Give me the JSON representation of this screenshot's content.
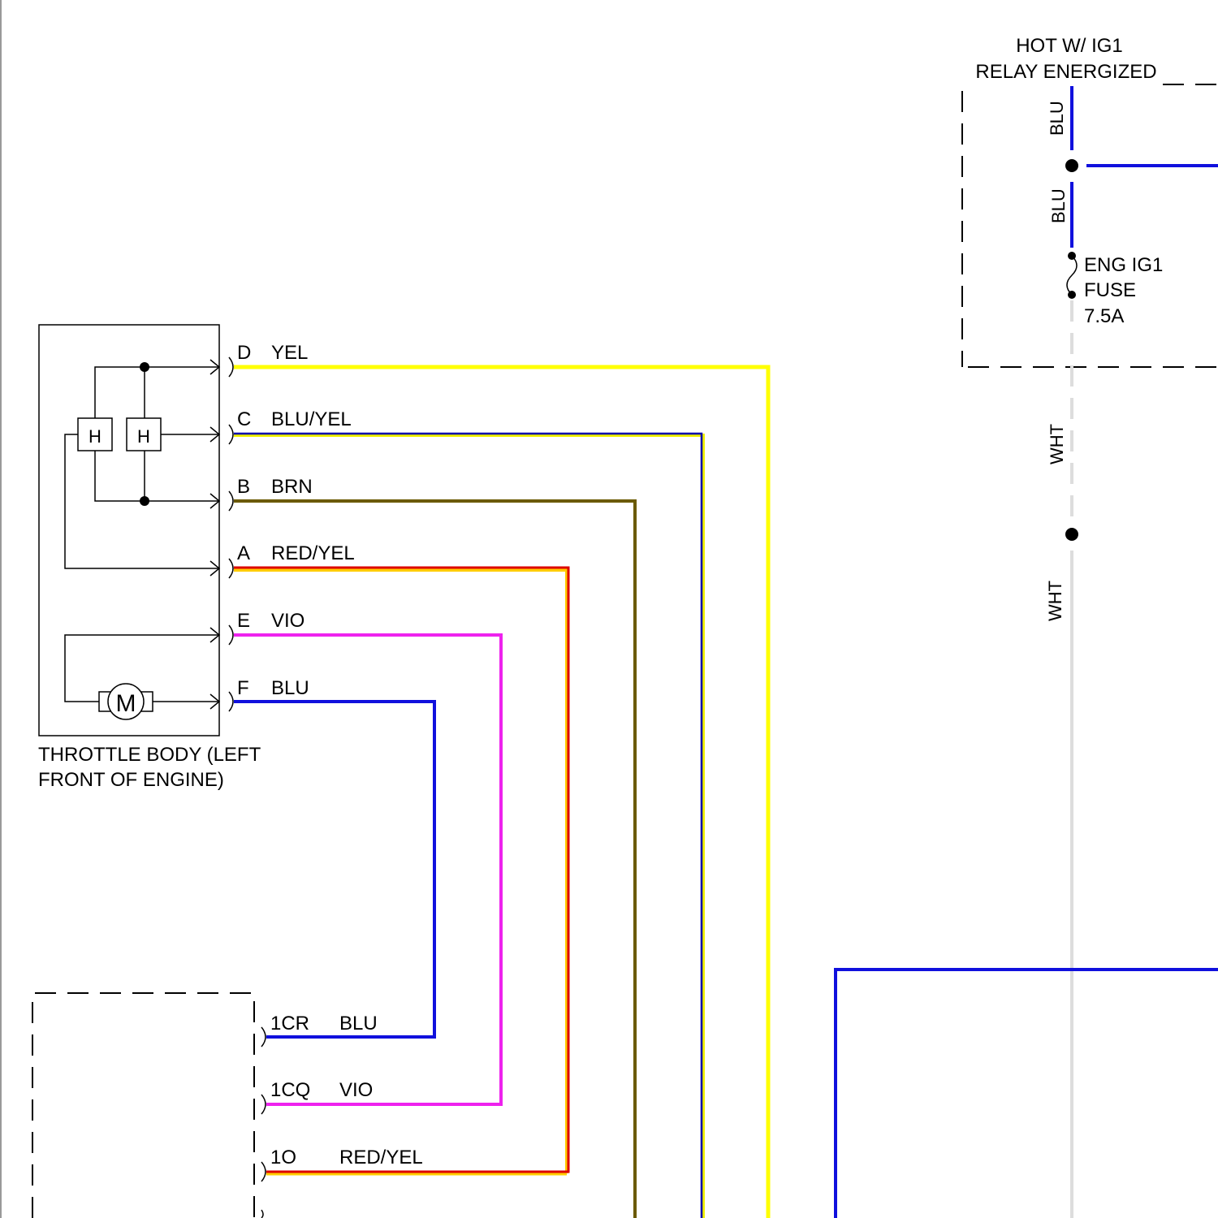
{
  "component": {
    "title_line1": "THROTTLE BODY (LEFT",
    "title_line2": "FRONT OF ENGINE)",
    "hall_label": "H",
    "motor_label": "M"
  },
  "pins": [
    {
      "pin": "D",
      "wire": "YEL"
    },
    {
      "pin": "C",
      "wire": "BLU/YEL"
    },
    {
      "pin": "B",
      "wire": "BRN"
    },
    {
      "pin": "A",
      "wire": "RED/YEL"
    },
    {
      "pin": "E",
      "wire": "VIO"
    },
    {
      "pin": "F",
      "wire": "BLU"
    }
  ],
  "module_pins": [
    {
      "pin": "1CR",
      "wire": "BLU"
    },
    {
      "pin": "1CQ",
      "wire": "VIO"
    },
    {
      "pin": "1O",
      "wire": "RED/YEL"
    }
  ],
  "power": {
    "title_line1": "HOT W/ IG1",
    "title_line2": "RELAY ENERGIZED",
    "wire_top": "BLU",
    "wire_mid": "BLU",
    "fuse_line1": "ENG IG1",
    "fuse_line2": "FUSE",
    "fuse_line3": "7.5A",
    "wire_wht1": "WHT",
    "wire_wht2": "WHT"
  },
  "colors": {
    "yel": "#ffff00",
    "blu": "#0000cc",
    "brn": "#6b5a00",
    "red": "#dd0000",
    "vio": "#ee22ee",
    "wht": "#dddddd"
  }
}
